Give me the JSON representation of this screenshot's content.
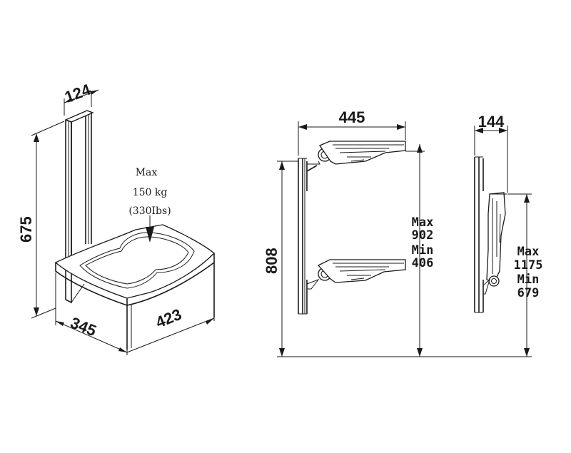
{
  "perspective_view": {
    "top_width": "124",
    "height": "675",
    "depth": "345",
    "width": "423",
    "load_note": {
      "line1": "Max",
      "line2": "150 kg",
      "line3": "(330Ibs)"
    }
  },
  "front_view": {
    "width": "445",
    "height": "808",
    "range": {
      "max_label": "Max",
      "max_value": "902",
      "min_label": "Min",
      "min_value": "406"
    }
  },
  "side_view": {
    "width": "144",
    "range": {
      "max_label": "Max",
      "max_value": "1175",
      "min_label": "Min",
      "min_value": "679"
    }
  },
  "colors": {
    "line": "#1a1a1a",
    "background": "#ffffff"
  }
}
